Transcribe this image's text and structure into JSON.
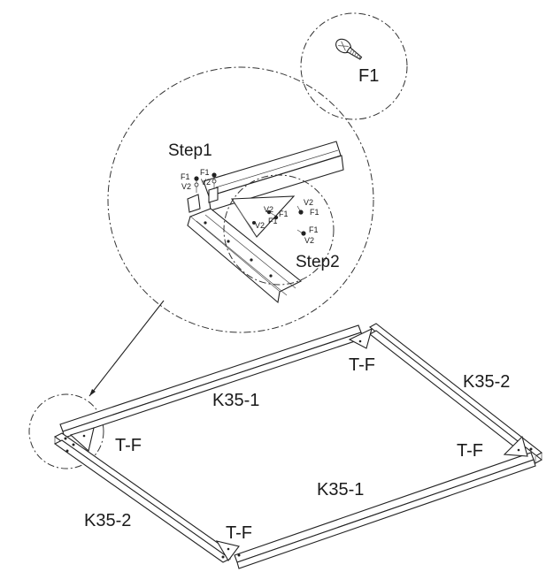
{
  "callouts": {
    "fastener": "F1",
    "step1": "Step1",
    "step2": "Step2"
  },
  "small_labels": {
    "f1": "F1",
    "v2": "V2"
  },
  "parts": {
    "top_rail": "K35-1",
    "bottom_rail": "K35-1",
    "left_rail": "K35-2",
    "right_rail": "K35-2",
    "corner_top_right": "T-F",
    "corner_left": "T-F",
    "corner_right": "T-F",
    "corner_bottom": "T-F"
  },
  "icons": [
    "screw-icon"
  ]
}
